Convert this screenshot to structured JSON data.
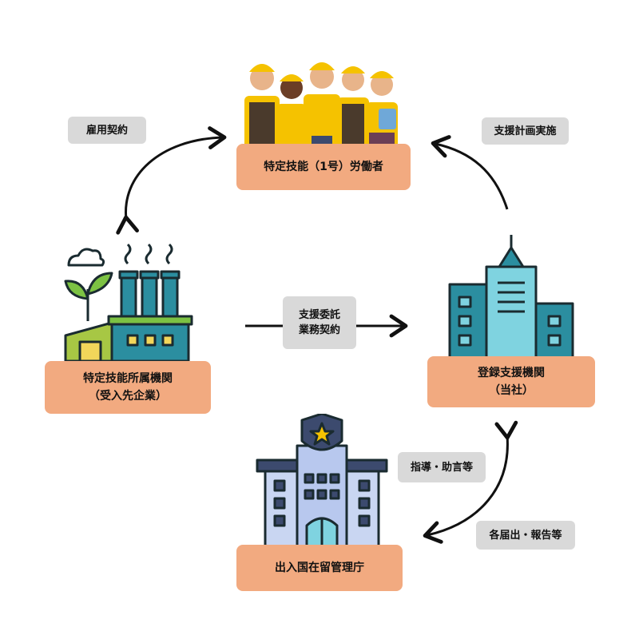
{
  "nodes": {
    "workers": {
      "line1": "特定技能（1号）労働者"
    },
    "company": {
      "line1": "特定技能所属機関",
      "line2": "（受入先企業）"
    },
    "support": {
      "line1": "登録支援機関",
      "line2": "（当社）"
    },
    "immigration": {
      "line1": "出入国在留管理庁"
    }
  },
  "edges": {
    "employment": {
      "line1": "雇用契約"
    },
    "plan": {
      "line1": "支援計画実施"
    },
    "entrust": {
      "line1": "支援委託",
      "line2": "業務契約"
    },
    "guidance": {
      "line1": "指導・助言等"
    },
    "reports": {
      "line1": "各届出・報告等"
    }
  },
  "colors": {
    "node_fill": "#f2aa80",
    "tag_fill": "#d9d9d9",
    "arrow": "#111111"
  }
}
